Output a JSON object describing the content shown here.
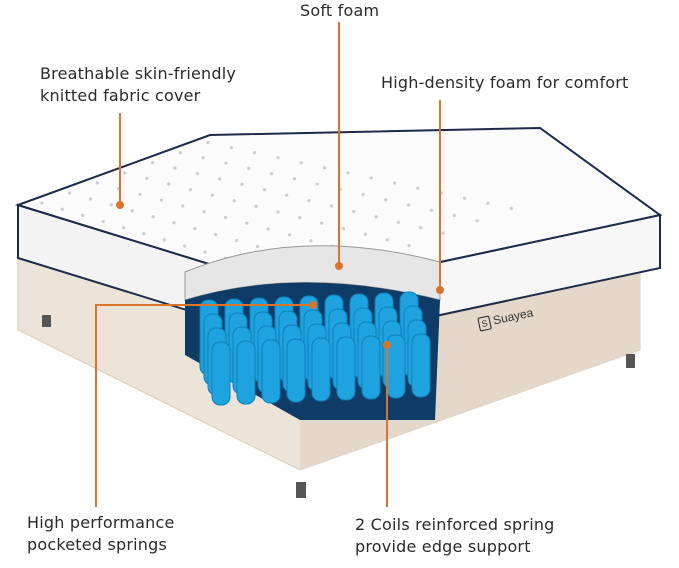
{
  "labels": {
    "soft_foam": "Soft foam",
    "cover_line1": "Breathable skin-friendly",
    "cover_line2": "knitted fabric cover",
    "high_density": "High-density foam for comfort",
    "springs_line1": "High performance",
    "springs_line2": "pocketed springs",
    "coils_line1": "2 Coils reinforced spring",
    "coils_line2": "provide edge support"
  },
  "brand": {
    "name": "Suayea",
    "mark": "S"
  },
  "colors": {
    "callout": "#d9752b",
    "coil": "#1fa3e0",
    "base": "#ece3d8",
    "trim": "#1d2a4a"
  }
}
